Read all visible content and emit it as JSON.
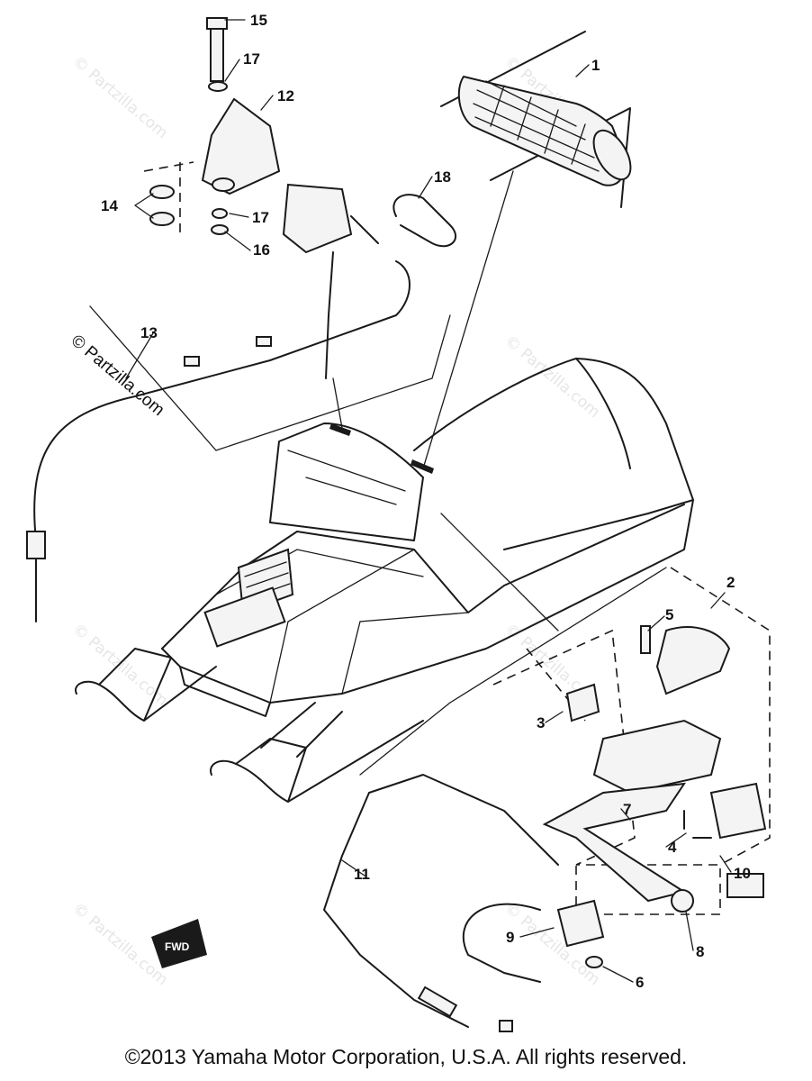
{
  "diagram": {
    "callouts": [
      "1",
      "2",
      "3",
      "4",
      "5",
      "6",
      "7",
      "8",
      "9",
      "10",
      "11",
      "12",
      "13",
      "14",
      "15",
      "16",
      "17",
      "17",
      "18"
    ],
    "fwd_badge": "FWD",
    "watermark": "© Partzilla.com"
  },
  "footer": {
    "copyright": "©2013  Yamaha Motor Corporation, U.S.A. All rights reserved."
  }
}
